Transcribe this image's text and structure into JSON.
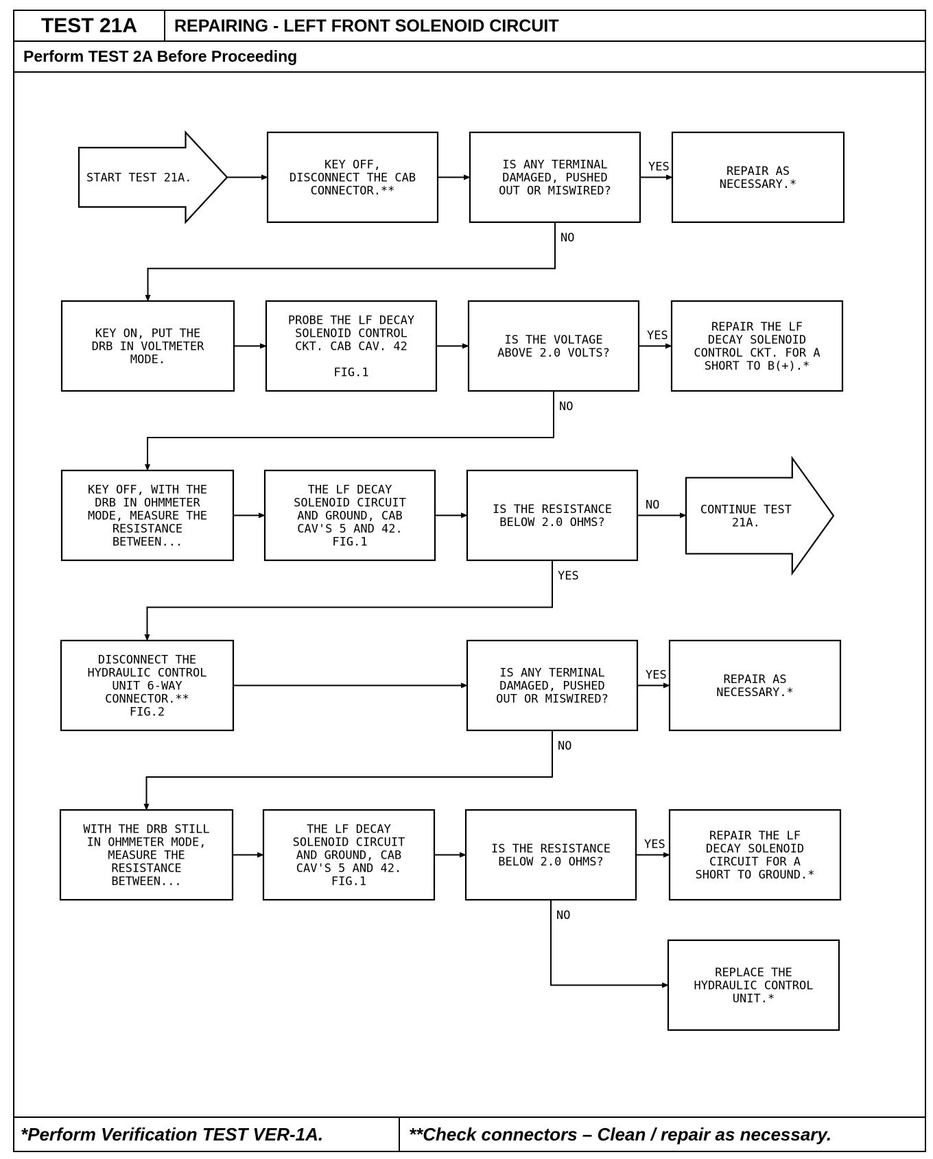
{
  "header": {
    "test_id": "TEST 21A",
    "title": "REPAIRING - LEFT FRONT SOLENOID CIRCUIT",
    "prerequisite": "Perform TEST 2A Before Proceeding"
  },
  "footer": {
    "note_verification": "*Perform Verification TEST VER-1A.",
    "note_connectors": "**Check connectors – Clean / repair as necessary."
  },
  "flow": {
    "nodes": {
      "start": [
        "START TEST 21A."
      ],
      "key_off_disconnect_cab": [
        "KEY OFF,",
        "DISCONNECT THE CAB",
        "CONNECTOR.**"
      ],
      "q_terminal_1": [
        "IS ANY TERMINAL",
        "DAMAGED, PUSHED",
        "OUT OR MISWIRED?"
      ],
      "repair_1": [
        "REPAIR AS",
        "NECESSARY.*"
      ],
      "key_on_voltmeter": [
        "KEY ON, PUT THE",
        "DRB IN VOLTMETER",
        "MODE."
      ],
      "probe_lf_decay": [
        "PROBE THE LF DECAY",
        "SOLENOID CONTROL",
        "CKT. CAB CAV. 42",
        "",
        "FIG.1"
      ],
      "q_voltage": [
        "IS THE VOLTAGE",
        "ABOVE 2.0 VOLTS?"
      ],
      "repair_short_batt": [
        "REPAIR THE LF",
        "DECAY SOLENOID",
        "CONTROL CKT. FOR A",
        "SHORT TO B(+).*"
      ],
      "key_off_ohmmeter": [
        "KEY OFF, WITH THE",
        "DRB IN OHMMETER",
        "MODE, MEASURE THE",
        "RESISTANCE",
        "BETWEEN..."
      ],
      "lf_decay_circuit_1": [
        "THE LF DECAY",
        "SOLENOID CIRCUIT",
        "AND GROUND, CAB",
        "CAV'S 5 AND 42.",
        "FIG.1"
      ],
      "q_resistance_1": [
        "IS THE RESISTANCE",
        "BELOW 2.0 OHMS?"
      ],
      "continue": [
        "CONTINUE TEST",
        "21A."
      ],
      "disconnect_hcu": [
        "DISCONNECT THE",
        "HYDRAULIC CONTROL",
        "UNIT 6-WAY",
        "CONNECTOR.**",
        "FIG.2"
      ],
      "q_terminal_2": [
        "IS ANY TERMINAL",
        "DAMAGED, PUSHED",
        "OUT OR MISWIRED?"
      ],
      "repair_2": [
        "REPAIR AS",
        "NECESSARY.*"
      ],
      "drb_still_ohmmeter": [
        "WITH THE DRB STILL",
        "IN OHMMETER MODE,",
        "MEASURE THE",
        "RESISTANCE",
        "BETWEEN..."
      ],
      "lf_decay_circuit_2": [
        "THE LF DECAY",
        "SOLENOID CIRCUIT",
        "AND GROUND, CAB",
        "CAV'S 5 AND 42.",
        "FIG.1"
      ],
      "q_resistance_2": [
        "IS THE RESISTANCE",
        "BELOW 2.0 OHMS?"
      ],
      "repair_short_ground": [
        "REPAIR THE LF",
        "DECAY SOLENOID",
        "CIRCUIT FOR A",
        "SHORT TO GROUND.*"
      ],
      "replace_hcu": [
        "REPLACE THE",
        "HYDRAULIC CONTROL",
        "UNIT.*"
      ]
    },
    "edges": [
      {
        "from": "start",
        "to": "key_off_disconnect_cab",
        "label": ""
      },
      {
        "from": "key_off_disconnect_cab",
        "to": "q_terminal_1",
        "label": ""
      },
      {
        "from": "q_terminal_1",
        "to": "repair_1",
        "label": "YES"
      },
      {
        "from": "q_terminal_1",
        "to": "key_on_voltmeter",
        "label": "NO"
      },
      {
        "from": "key_on_voltmeter",
        "to": "probe_lf_decay",
        "label": ""
      },
      {
        "from": "probe_lf_decay",
        "to": "q_voltage",
        "label": ""
      },
      {
        "from": "q_voltage",
        "to": "repair_short_batt",
        "label": "YES"
      },
      {
        "from": "q_voltage",
        "to": "key_off_ohmmeter",
        "label": "NO"
      },
      {
        "from": "key_off_ohmmeter",
        "to": "lf_decay_circuit_1",
        "label": ""
      },
      {
        "from": "lf_decay_circuit_1",
        "to": "q_resistance_1",
        "label": ""
      },
      {
        "from": "q_resistance_1",
        "to": "continue",
        "label": "NO"
      },
      {
        "from": "q_resistance_1",
        "to": "disconnect_hcu",
        "label": "YES"
      },
      {
        "from": "disconnect_hcu",
        "to": "q_terminal_2",
        "label": ""
      },
      {
        "from": "q_terminal_2",
        "to": "repair_2",
        "label": "YES"
      },
      {
        "from": "q_terminal_2",
        "to": "drb_still_ohmmeter",
        "label": "NO"
      },
      {
        "from": "drb_still_ohmmeter",
        "to": "lf_decay_circuit_2",
        "label": ""
      },
      {
        "from": "lf_decay_circuit_2",
        "to": "q_resistance_2",
        "label": ""
      },
      {
        "from": "q_resistance_2",
        "to": "repair_short_ground",
        "label": "YES"
      },
      {
        "from": "q_resistance_2",
        "to": "replace_hcu",
        "label": "NO"
      }
    ]
  }
}
